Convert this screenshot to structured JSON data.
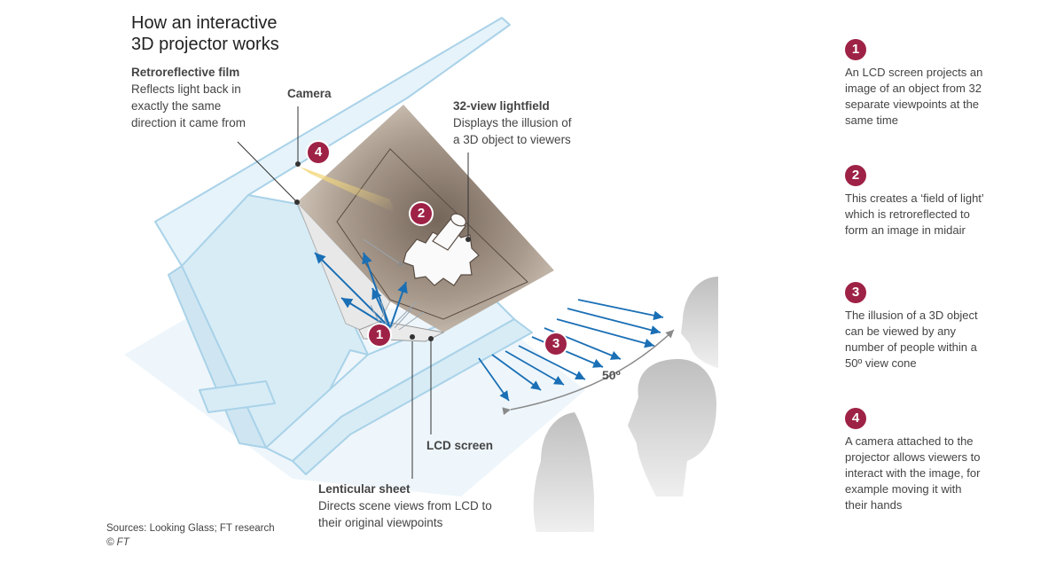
{
  "title_lines": [
    "How an interactive",
    "3D projector works"
  ],
  "labels": {
    "retroreflective": {
      "heading": "Retroreflective film",
      "lines": [
        "Reflects light back in",
        "exactly the same",
        "direction it came from"
      ]
    },
    "camera": {
      "heading": "Camera"
    },
    "lightfield": {
      "heading": "32-view lightfield",
      "lines": [
        "Displays the illusion of",
        "a 3D object to viewers"
      ]
    },
    "lcd": {
      "heading": "LCD screen"
    },
    "lenticular": {
      "heading": "Lenticular sheet",
      "lines": [
        "Directs scene views from LCD to",
        "their original viewpoints"
      ]
    }
  },
  "view_angle": "50º",
  "steps": [
    {
      "number": "1",
      "text": "An LCD screen projects an image of an object from 32 separate viewpoints at the same time"
    },
    {
      "number": "2",
      "text": "This creates a ‘field of light’ which is retroreflected to form an image in midair"
    },
    {
      "number": "3",
      "text": "The illusion of a 3D object can be viewed by any number of people within a 50º view cone"
    },
    {
      "number": "4",
      "text": "A camera attached to the projector allows viewers to interact with the image, for example moving it with their hands"
    }
  ],
  "source_text": "Sources: Looking Glass; FT research",
  "copyright_text": "© FT",
  "colors": {
    "badge": "#9e2246",
    "ray": "#1a6fb5",
    "device_outline": "#a9d2e8",
    "device_fill": "#e6f3fa",
    "lightfield": "#8a7a6c"
  }
}
